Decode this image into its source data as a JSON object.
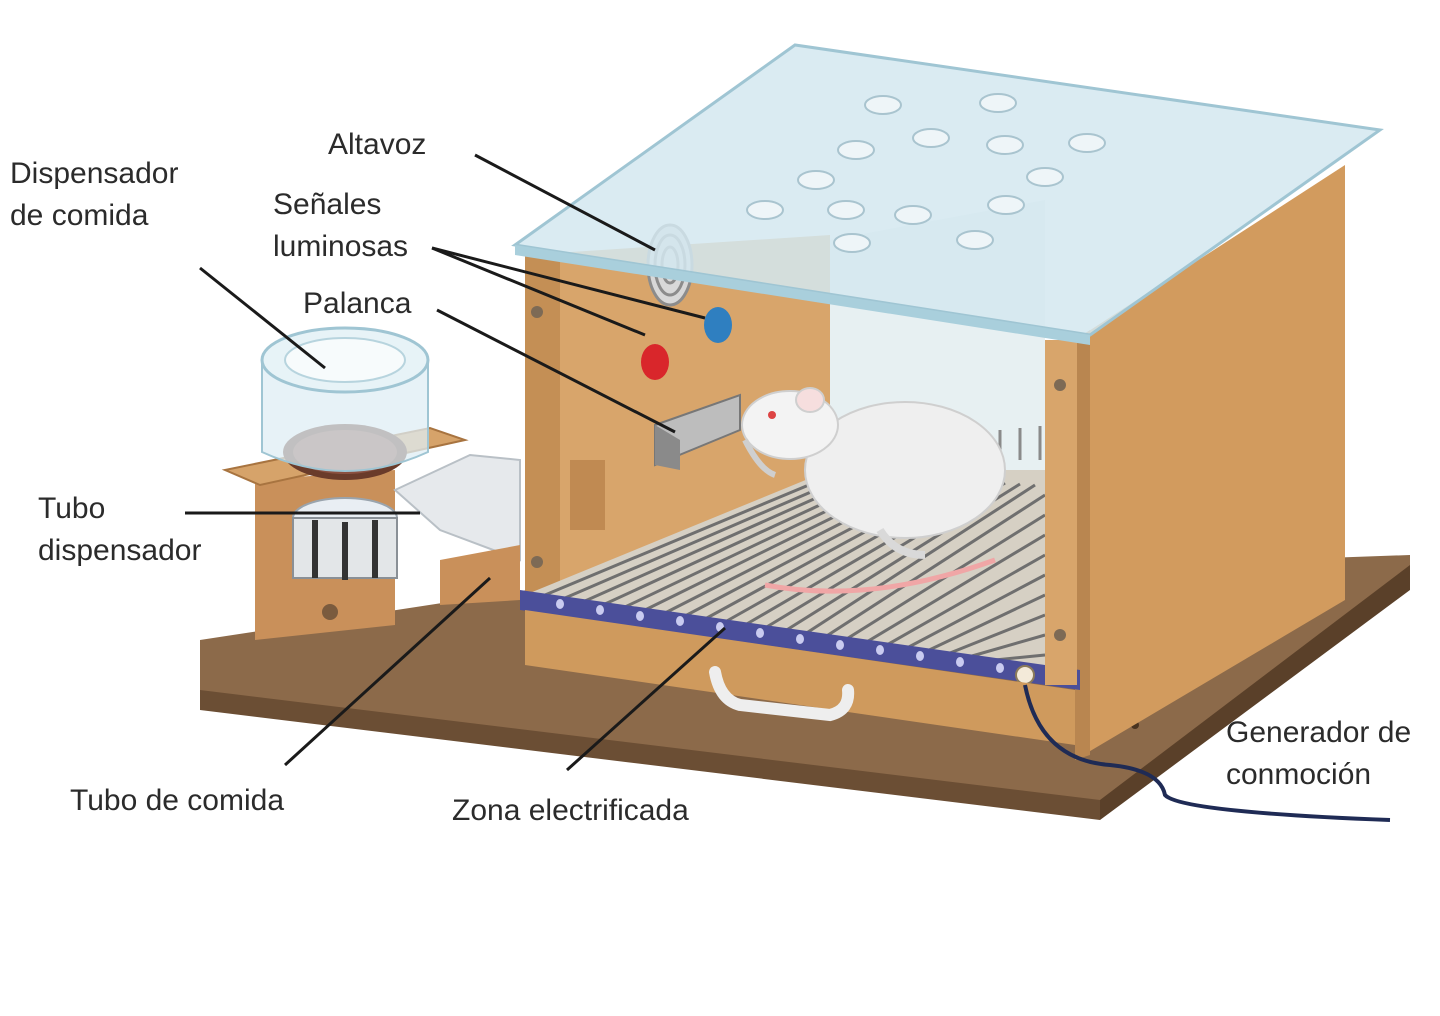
{
  "labels": {
    "food_dispenser": [
      "Dispensador",
      "de comida"
    ],
    "speaker": "Altavoz",
    "light_signals": [
      "Señales",
      "luminosas"
    ],
    "lever": "Palanca",
    "dispenser_tube": [
      "Tubo",
      "dispensador"
    ],
    "food_tube": "Tubo de comida",
    "electrified_zone": "Zona electrificada",
    "shock_generator": [
      "Generador de",
      "conmoción"
    ]
  },
  "colors": {
    "wood": "#d8a56b",
    "wood_dark": "#b98650",
    "base": "#8c6a4a",
    "base_edge": "#6b4e34",
    "glass": "#cfe6ef",
    "glass_edge": "#9fc5d3",
    "grid_bar": "#7a7a7a",
    "rail": "#4b4f9a",
    "red_light": "#d9262b",
    "blue_light": "#2f7fc0",
    "rat": "#efefef",
    "rat_tail": "#f0a6a6",
    "cable": "#1f2b55",
    "line": "#1a1a1a"
  }
}
